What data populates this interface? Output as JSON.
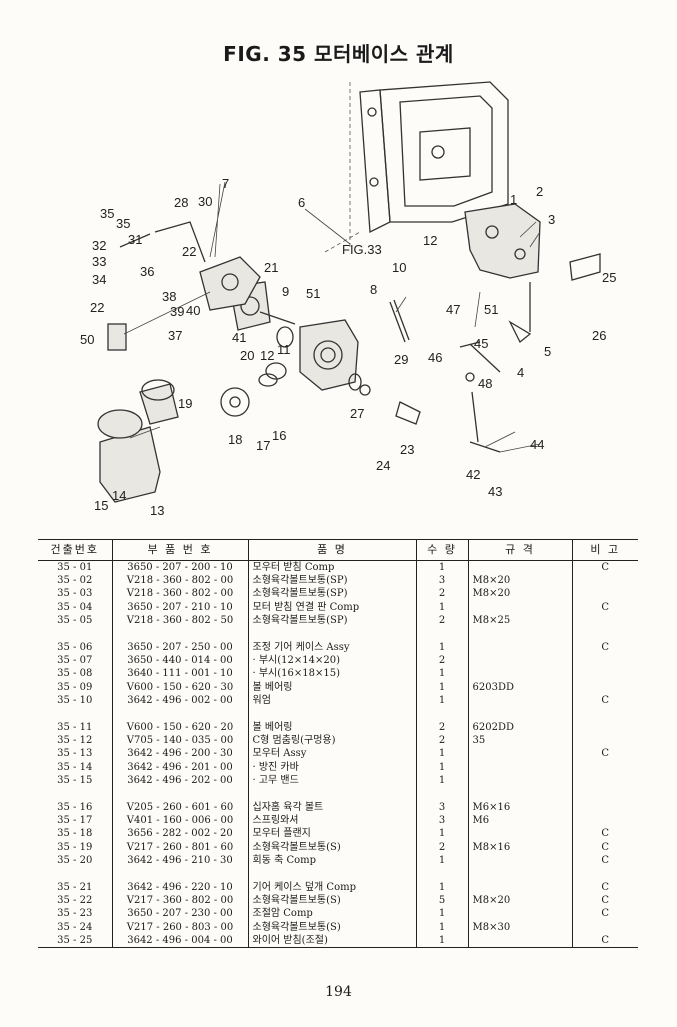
{
  "title": "FIG. 35 모터베이스 관계",
  "page_number": "194",
  "diagram": {
    "ref_label": "FIG.33",
    "labels": [
      "1",
      "2",
      "3",
      "4",
      "5",
      "6",
      "7",
      "8",
      "9",
      "10",
      "11",
      "12",
      "12",
      "13",
      "14",
      "15",
      "16",
      "17",
      "18",
      "19",
      "20",
      "21",
      "22",
      "22",
      "23",
      "24",
      "25",
      "26",
      "27",
      "28",
      "29",
      "30",
      "31",
      "32",
      "33",
      "34",
      "35",
      "35",
      "36",
      "37",
      "38",
      "39",
      "40",
      "41",
      "42",
      "43",
      "44",
      "45",
      "46",
      "47",
      "48",
      "50",
      "51"
    ]
  },
  "table": {
    "headers": [
      "건출번호",
      "부 품 번 호",
      "품 명",
      "수 량",
      "규 격",
      "비 고"
    ],
    "groups": [
      [
        {
          "no": "35 - 01",
          "part": "3650 - 207 - 200 - 10",
          "name": "모우터 받침 Comp",
          "qty": "1",
          "spec": "",
          "remark": "C"
        },
        {
          "no": "35 - 02",
          "part": "V218 - 360 - 802 - 00",
          "name": "소형육각볼트보통(SP)",
          "qty": "3",
          "spec": "M8×20",
          "remark": ""
        },
        {
          "no": "35 - 03",
          "part": "V218 - 360 - 802 - 00",
          "name": "소형육각볼트보통(SP)",
          "qty": "2",
          "spec": "M8×20",
          "remark": ""
        },
        {
          "no": "35 - 04",
          "part": "3650 - 207 - 210 - 10",
          "name": "모터 받침 연결 판 Comp",
          "qty": "1",
          "spec": "",
          "remark": "C"
        },
        {
          "no": "35 - 05",
          "part": "V218 - 360 - 802 - 50",
          "name": "소형육각볼트보통(SP)",
          "qty": "2",
          "spec": "M8×25",
          "remark": ""
        }
      ],
      [
        {
          "no": "35 - 06",
          "part": "3650 - 207 - 250 - 00",
          "name": "조정 기어 케이스 Assy",
          "qty": "1",
          "spec": "",
          "remark": "C"
        },
        {
          "no": "35 - 07",
          "part": "3650 - 440 - 014 - 00",
          "name": "· 부시(12×14×20)",
          "qty": "2",
          "spec": "",
          "remark": ""
        },
        {
          "no": "35 - 08",
          "part": "3640 - 111 - 001 - 10",
          "name": "· 부시(16×18×15)",
          "qty": "1",
          "spec": "",
          "remark": ""
        },
        {
          "no": "35 - 09",
          "part": "V600 - 150 - 620 - 30",
          "name": "볼 베어링",
          "qty": "1",
          "spec": "6203DD",
          "remark": ""
        },
        {
          "no": "35 - 10",
          "part": "3642 - 496 - 002 - 00",
          "name": "워엄",
          "qty": "1",
          "spec": "",
          "remark": "C"
        }
      ],
      [
        {
          "no": "35 - 11",
          "part": "V600 - 150 - 620 - 20",
          "name": "볼 베어링",
          "qty": "2",
          "spec": "6202DD",
          "remark": ""
        },
        {
          "no": "35 - 12",
          "part": "V705 - 140 - 035 - 00",
          "name": "C형 멈춤링(구멍용)",
          "qty": "2",
          "spec": "35",
          "remark": ""
        },
        {
          "no": "35 - 13",
          "part": "3642 - 496 - 200 - 30",
          "name": "모우터 Assy",
          "qty": "1",
          "spec": "",
          "remark": "C"
        },
        {
          "no": "35 - 14",
          "part": "3642 - 496 - 201 - 00",
          "name": "· 방진 카바",
          "qty": "1",
          "spec": "",
          "remark": ""
        },
        {
          "no": "35 - 15",
          "part": "3642 - 496 - 202 - 00",
          "name": "· 고무 밴드",
          "qty": "1",
          "spec": "",
          "remark": ""
        }
      ],
      [
        {
          "no": "35 - 16",
          "part": "V205 - 260 - 601 - 60",
          "name": "십자홈 육각 볼트",
          "qty": "3",
          "spec": "M6×16",
          "remark": ""
        },
        {
          "no": "35 - 17",
          "part": "V401 - 160 - 006 - 00",
          "name": "스프링와셔",
          "qty": "3",
          "spec": "M6",
          "remark": ""
        },
        {
          "no": "35 - 18",
          "part": "3656 - 282 - 002 - 20",
          "name": "모우터 플랜지",
          "qty": "1",
          "spec": "",
          "remark": "C"
        },
        {
          "no": "35 - 19",
          "part": "V217 - 260 - 801 - 60",
          "name": "소형육각볼트보통(S)",
          "qty": "2",
          "spec": "M8×16",
          "remark": "C"
        },
        {
          "no": "35 - 20",
          "part": "3642 - 496 - 210 - 30",
          "name": "회동 축 Comp",
          "qty": "1",
          "spec": "",
          "remark": "C"
        }
      ],
      [
        {
          "no": "35 - 21",
          "part": "3642 - 496 - 220 - 10",
          "name": "기어 케이스 덮개 Comp",
          "qty": "1",
          "spec": "",
          "remark": "C"
        },
        {
          "no": "35 - 22",
          "part": "V217 - 360 - 802 - 00",
          "name": "소형육각볼트보통(S)",
          "qty": "5",
          "spec": "M8×20",
          "remark": "C"
        },
        {
          "no": "35 - 23",
          "part": "3650 - 207 - 230 - 00",
          "name": "조절암 Comp",
          "qty": "1",
          "spec": "",
          "remark": "C"
        },
        {
          "no": "35 - 24",
          "part": "V217 - 260 - 803 - 00",
          "name": "소형육각볼트보통(S)",
          "qty": "1",
          "spec": "M8×30",
          "remark": ""
        },
        {
          "no": "35 - 25",
          "part": "3642 - 496 - 004 - 00",
          "name": "와이어 받침(조절)",
          "qty": "1",
          "spec": "",
          "remark": "C"
        }
      ]
    ]
  }
}
